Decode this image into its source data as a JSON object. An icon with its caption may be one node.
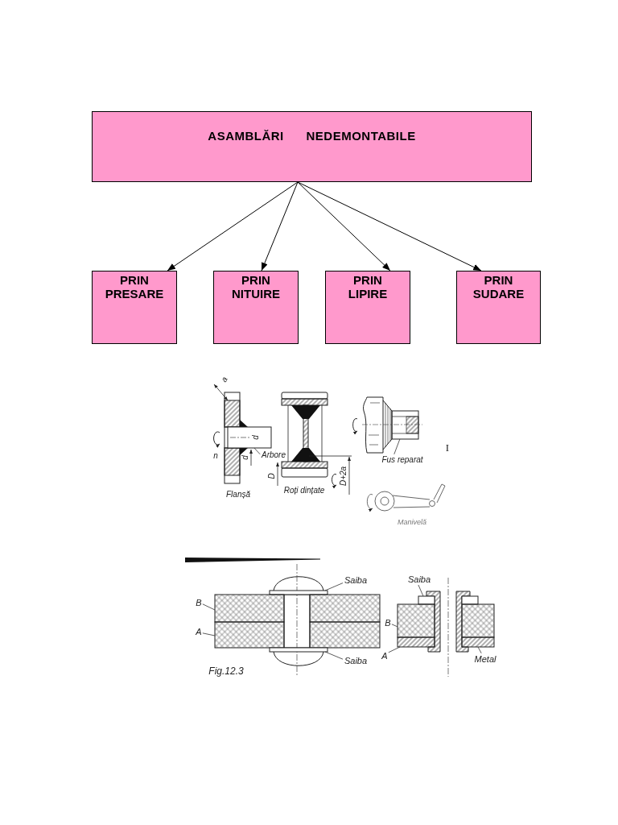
{
  "diagram": {
    "nodes": [
      {
        "text": [
          "ASAMBLĂRI NEDEMONTABILE"
        ]
      },
      {
        "text": [
          "PRIN PRESARE"
        ]
      },
      {
        "text": [
          "PRIN NITUIRE"
        ]
      },
      {
        "text": [
          "PRIN LIPIRE"
        ]
      },
      {
        "text": [
          "PRIN SUDARE"
        ]
      },
      {
        "text": [],
        "shape": "bar"
      },
      {
        "text": [
          "Arbore"
        ]
      },
      {
        "text": [],
        "shape": "picture"
      },
      {
        "text": [
          "Fus reparat"
        ]
      },
      {
        "text": [
          "Saiba"
        ]
      },
      {
        "text": [],
        "shape": "bar"
      },
      {
        "text": [
          "B"
        ]
      },
      {
        "text": [],
        "shape": "bar"
      },
      {
        "text": [
          "A"
        ]
      },
      {
        "text": [],
        "shape": "bar"
      },
      {
        "text": [],
        "shape": "bar"
      },
      {
        "text": [
          "Saiba"
        ]
      },
      {
        "text": [
          "Saiba"
        ]
      },
      {
        "text": [],
        "shape": "bar"
      },
      {
        "text": [
          "B"
        ]
      },
      {
        "text": [],
        "shape": "bar"
      },
      {
        "text": [
          "A"
        ]
      },
      {
        "text": [],
        "shape": "bar"
      },
      {
        "text": [
          "Metal"
        ]
      }
    ],
    "edges": [
      {
        "from": 0,
        "to": 1,
        "arrow": "to"
      },
      {
        "from": 0,
        "to": 2,
        "arrow": "to"
      },
      {
        "from": 0,
        "to": 3,
        "arrow": "to"
      },
      {
        "from": 0,
        "to": 4,
        "arrow": "to"
      },
      {
        "from": 6,
        "to": 5,
        "arrow": "none"
      },
      {
        "from": 8,
        "to": 7,
        "arrow": "none"
      },
      {
        "from": 9,
        "to": 10,
        "arrow": "none"
      },
      {
        "from": 11,
        "to": 12,
        "arrow": "none"
      },
      {
        "from": 13,
        "to": 14,
        "arrow": "none"
      },
      {
        "from": 16,
        "to": 15,
        "arrow": "none"
      },
      {
        "from": 17,
        "to": 18,
        "arrow": "none"
      },
      {
        "from": 19,
        "to": 20,
        "arrow": "none"
      },
      {
        "from": 21,
        "to": 22,
        "arrow": "none"
      },
      {
        "from": 23,
        "to": 22,
        "arrow": "none"
      }
    ],
    "labels": [
      "a",
      "d",
      "d",
      "n",
      "D",
      "D+2a",
      "I",
      "Flanșă",
      "Roți dințate",
      "Manivelă",
      "Fig.12.3"
    ]
  }
}
